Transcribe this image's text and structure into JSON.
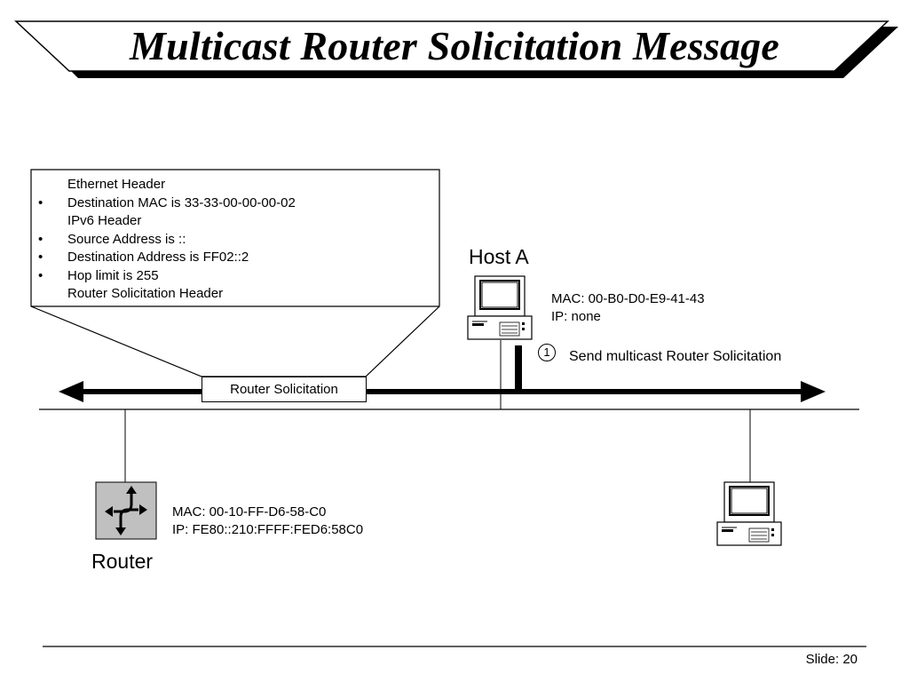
{
  "slide": {
    "title": "Multicast Router Solicitation Message",
    "footer": "Slide: 20"
  },
  "callout": {
    "lines": [
      {
        "bullet": "",
        "text": "Ethernet Header"
      },
      {
        "bullet": "•",
        "text": "Destination MAC is 33-33-00-00-00-02"
      },
      {
        "bullet": "",
        "text": "IPv6 Header"
      },
      {
        "bullet": "•",
        "text": "Source Address is ::"
      },
      {
        "bullet": "•",
        "text": "Destination Address is FF02::2"
      },
      {
        "bullet": "•",
        "text": "Hop limit is 255"
      },
      {
        "bullet": "",
        "text": "Router Solicitation Header"
      }
    ]
  },
  "packet": {
    "label": "Router Solicitation"
  },
  "host_a": {
    "name": "Host A",
    "mac": "MAC: 00-B0-D0-E9-41-43",
    "ip": "IP: none"
  },
  "router": {
    "name": "Router",
    "mac": "MAC: 00-10-FF-D6-58-C0",
    "ip": "IP: FE80::210:FFFF:FED6:58C0"
  },
  "step": {
    "marker": "1",
    "text": "Send multicast Router Solicitation"
  },
  "colors": {
    "ink": "#000000",
    "router_icon_fill": "#c0c0c0",
    "background": "#ffffff"
  }
}
